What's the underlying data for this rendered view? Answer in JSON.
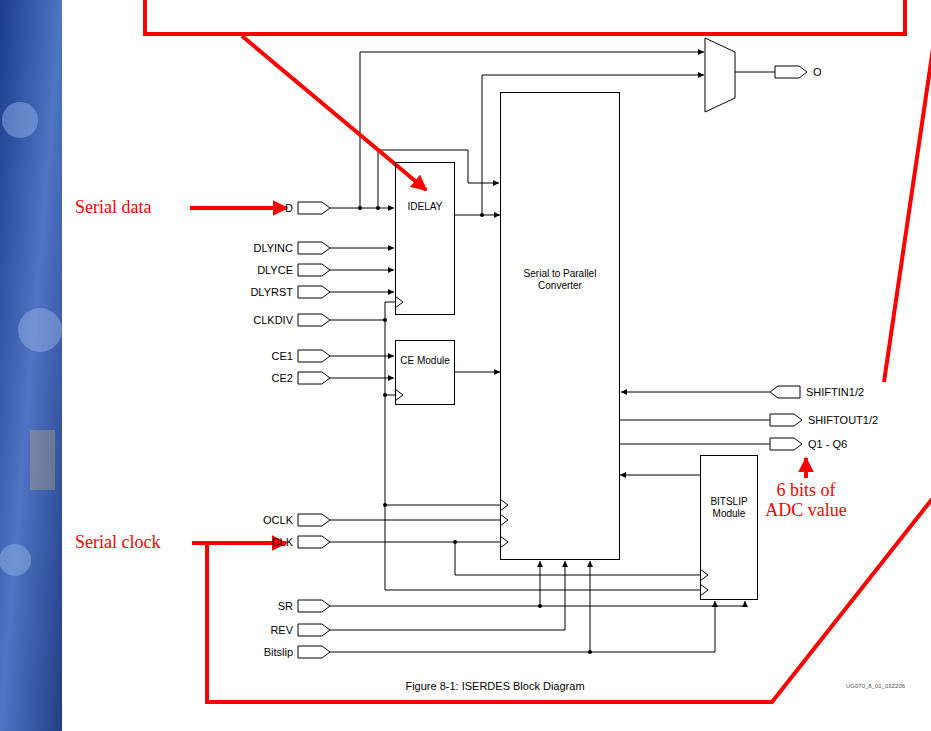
{
  "diagram": {
    "caption": "Figure 8-1:  ISERDES Block Diagram",
    "nodes": [
      {
        "text": [
          "IDELAY"
        ]
      },
      {
        "text": [
          "CE Module"
        ]
      },
      {
        "text": [
          "Serial to Parallel Converter"
        ]
      },
      {
        "text": [
          "BITSLIP Module"
        ]
      }
    ],
    "edges": [
      {
        "from": 0,
        "to": 2,
        "arrow": "to"
      },
      {
        "from": 1,
        "to": 2,
        "arrow": "to"
      },
      {
        "from": 3,
        "to": 2,
        "arrow": "to"
      }
    ],
    "labels": [
      "Serial data",
      "D",
      "DLYINC",
      "DLYCE",
      "DLYRST",
      "CLKDIV",
      "CE1",
      "CE2",
      "OCLK",
      "CLK",
      "SR",
      "REV",
      "Bitslip",
      "Serial clock",
      "O",
      "SHIFTIN1/2",
      "SHIFTOUT1/2",
      "Q1 - Q6",
      "6 bits of ADC value",
      "UG070_8_01_032206"
    ]
  }
}
